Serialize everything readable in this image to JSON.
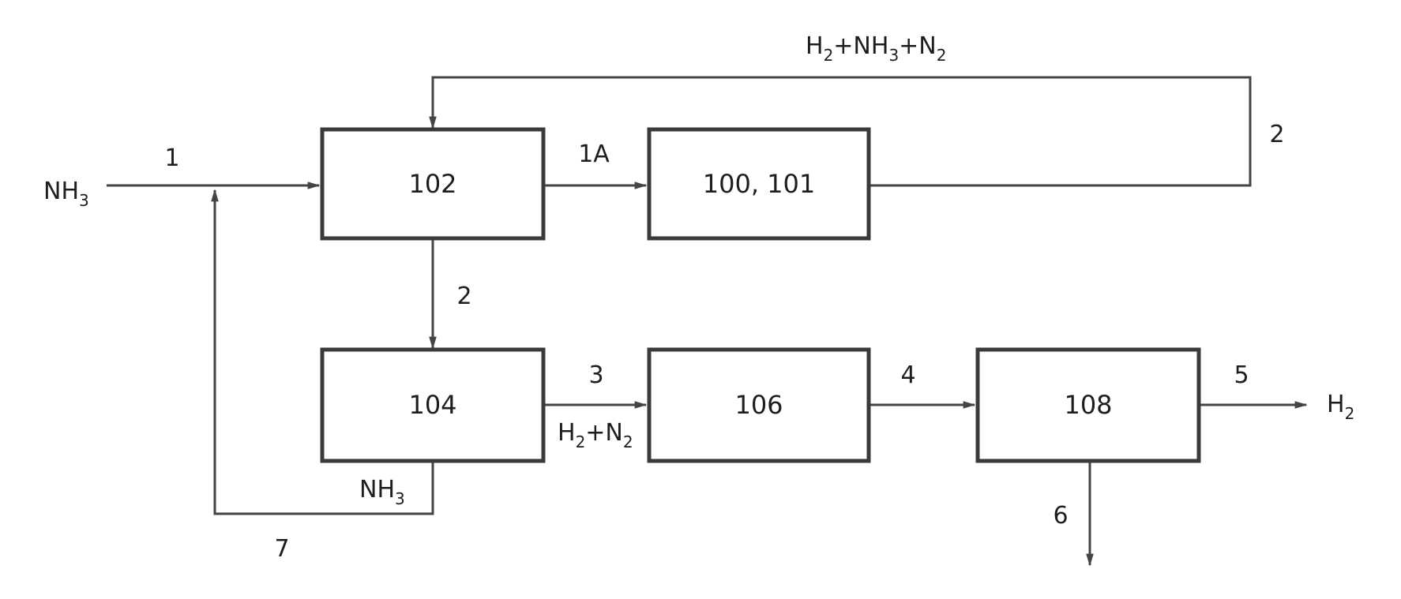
{
  "units": {
    "u102": "102",
    "u100_101": "100, 101",
    "u104": "104",
    "u106": "106",
    "u108": "108"
  },
  "streams": {
    "s1": "1",
    "s1a": "1A",
    "s2_top": "2",
    "s2_mid": "2",
    "s3": "3",
    "s4": "4",
    "s5": "5",
    "s6": "6",
    "s7": "7"
  },
  "compositions": {
    "feed_nh3": {
      "base": "NH",
      "sub": "3"
    },
    "recycle_nh3": {
      "base": "NH",
      "sub": "3"
    },
    "product_h2": {
      "base": "H",
      "sub": "2"
    },
    "h2_n2": [
      {
        "base": "H",
        "sub": "2"
      },
      {
        "base": "+N",
        "sub": "2"
      }
    ],
    "h2_nh3_n2": [
      {
        "base": "H",
        "sub": "2"
      },
      {
        "base": "+NH",
        "sub": "3"
      },
      {
        "base": "+N",
        "sub": "2"
      }
    ]
  },
  "colors": {
    "box_stroke": "#3a3a3a",
    "line": "#444444",
    "text": "#1e1e1e"
  }
}
